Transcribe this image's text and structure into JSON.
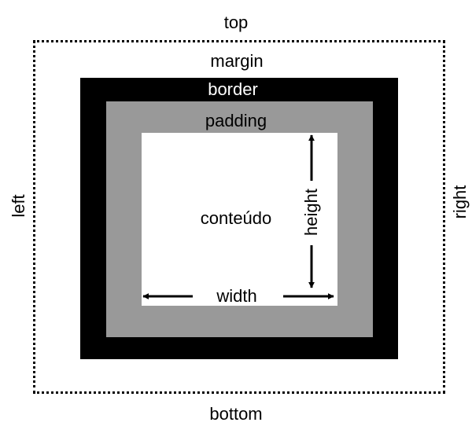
{
  "labels": {
    "top": "top",
    "bottom": "bottom",
    "left": "left",
    "right": "right",
    "margin": "margin",
    "border": "border",
    "padding": "padding",
    "content": "conteúdo",
    "width": "width",
    "height": "height"
  },
  "colors": {
    "border": "#000000",
    "padding": "#999999",
    "content": "#ffffff",
    "text": "#000000"
  }
}
